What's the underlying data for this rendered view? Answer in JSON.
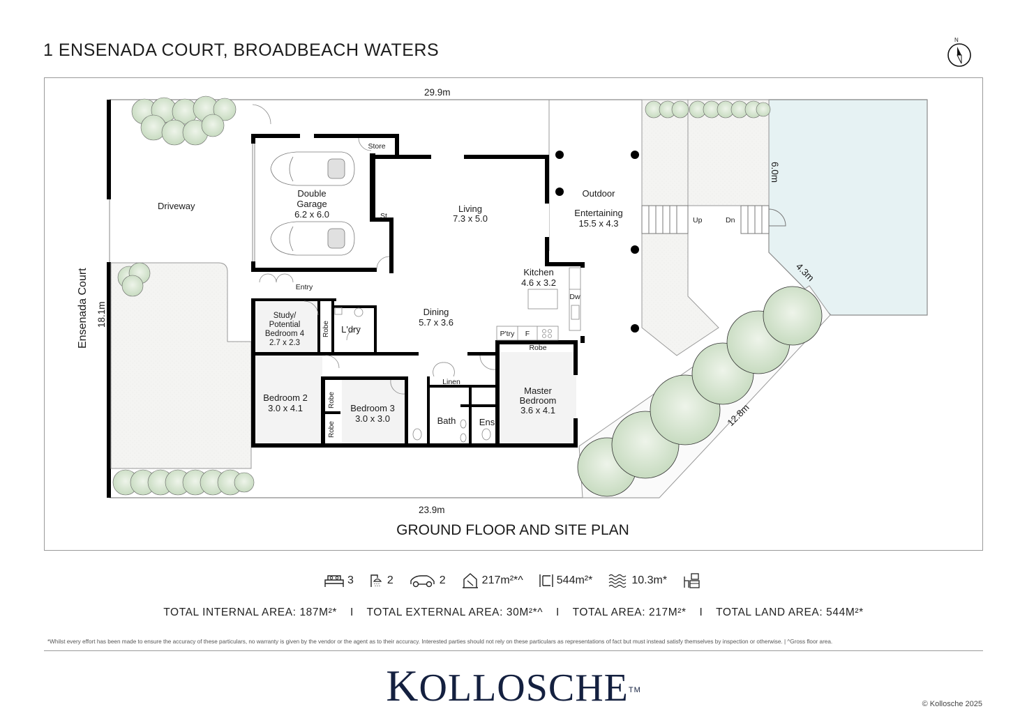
{
  "header": {
    "title": "1 ENSENADA COURT, BROADBEACH WATERS",
    "compass_label": "N"
  },
  "plan": {
    "caption": "GROUND FLOOR AND SITE PLAN",
    "street_label": "Ensenada Court",
    "dimensions": {
      "top": "29.9m",
      "bottom": "23.9m",
      "left": "18.1m",
      "pool_side": "6.0m",
      "pool_diagonal": "4.3m",
      "garden_diagonal": "12.8m"
    },
    "rooms": {
      "driveway": "Driveway",
      "garage_name_1": "Double",
      "garage_name_2": "Garage",
      "garage_size": "6.2 x 6.0",
      "store": "Store",
      "st": "St",
      "living_name": "Living",
      "living_size": "7.3 x 5.0",
      "outdoor_name_1": "Outdoor",
      "outdoor_name_2": "Entertaining",
      "outdoor_size": "15.5 x 4.3",
      "kitchen_name": "Kitchen",
      "kitchen_size": "4.6 x 3.2",
      "dw": "Dw",
      "pantry": "P'try",
      "fridge": "F",
      "entry": "Entry",
      "study_1": "Study/",
      "study_2": "Potential",
      "study_3": "Bedroom 4",
      "study_size": "2.7 x 2.3",
      "robe": "Robe",
      "laundry": "L'dry",
      "dining_name": "Dining",
      "dining_size": "5.7 x 3.6",
      "bed2_name": "Bedroom 2",
      "bed2_size": "3.0 x 4.1",
      "bed3_name": "Bedroom 3",
      "bed3_size": "3.0 x 3.0",
      "linen": "Linen",
      "bath": "Bath",
      "ens": "Ens",
      "master_1": "Master",
      "master_2": "Bedroom",
      "master_size": "3.6 x 4.1",
      "up": "Up",
      "dn": "Dn"
    },
    "colors": {
      "wall": "#000000",
      "pool": "#e6f2f3",
      "tree": "#cfe0c9",
      "paving": "#f5f5f3",
      "line": "#8a8a8a"
    }
  },
  "stats": {
    "bedrooms": "3",
    "bathrooms": "2",
    "car_spaces": "2",
    "floor_area": "217m²*^",
    "land_area": "544m²*",
    "water_frontage": "10.3m*"
  },
  "totals": {
    "internal": "TOTAL INTERNAL AREA: 187M²*",
    "external": "TOTAL EXTERNAL AREA: 30M²*^",
    "total": "TOTAL AREA: 217M²*",
    "land": "TOTAL LAND AREA: 544M²*",
    "separator": "I"
  },
  "disclaimer": "*Whilst every effort has been made to ensure the accuracy of these particulars, no warranty is given by the vendor or the agent as to their accuracy. Interested parties should not rely on these particulars as representations of fact but must instead satisfy themselves by inspection or otherwise.  |  ^Gross floor area.",
  "brand": {
    "logo_first": "K",
    "logo_rest": "OLLOSCHE",
    "trademark": "TM",
    "copyright": "© Kollosche 2025"
  }
}
